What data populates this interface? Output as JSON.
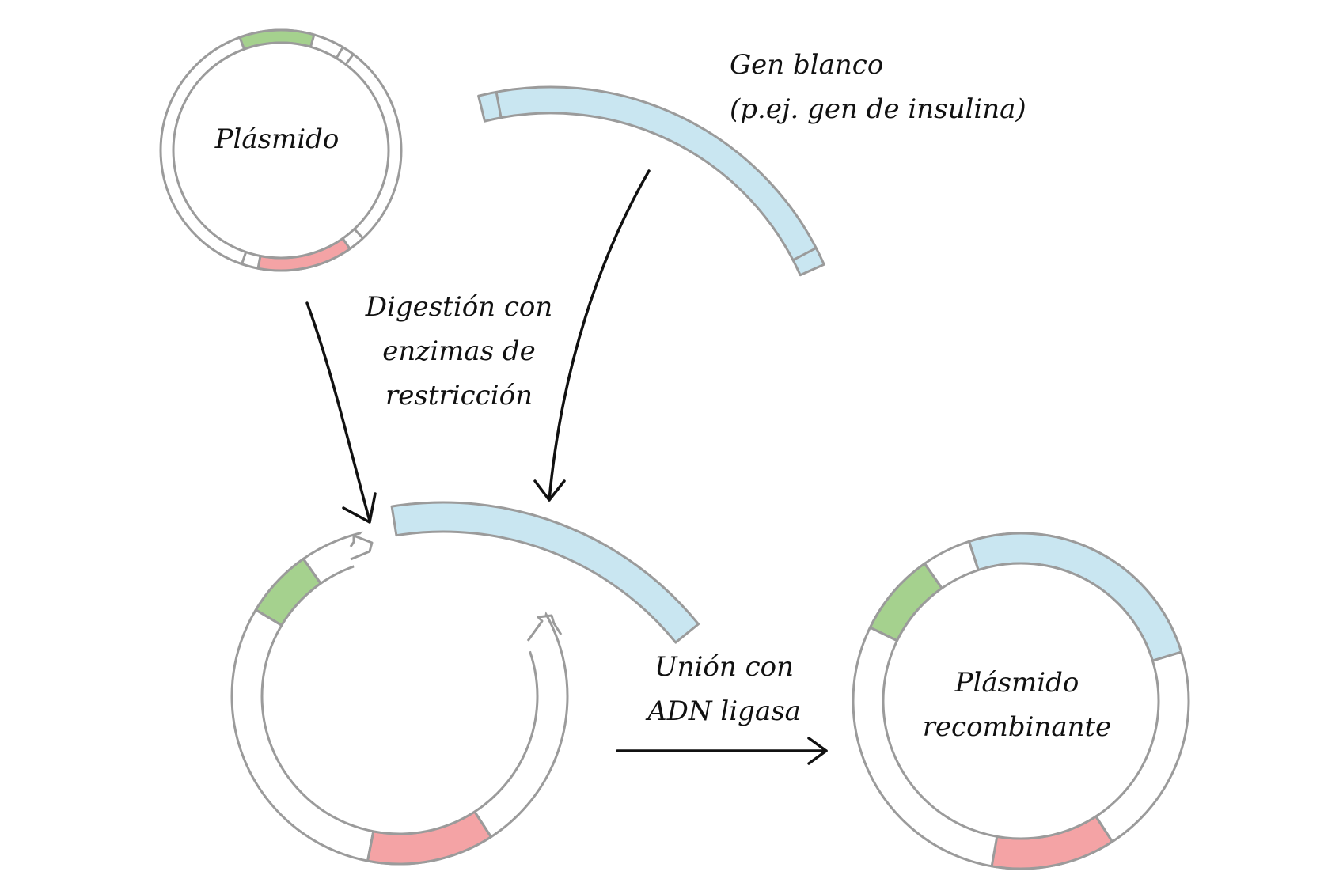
{
  "labels": {
    "plasmid": "Plásmido",
    "target_gene_line1": "Gen blanco",
    "target_gene_line2": "(p.ej. gen de insulina)",
    "digestion_line1": "Digestión con",
    "digestion_line2": "enzimas de",
    "digestion_line3": "restricción",
    "ligation_line1": "Unión con",
    "ligation_line2": "ADN ligasa",
    "recombinant_line1": "Plásmido",
    "recombinant_line2": "recombinante"
  },
  "colors": {
    "outline": "#9b9b9b",
    "backbone": "#ffffff",
    "green_segment": "#a5d18e",
    "red_segment": "#f4a3a5",
    "blue_segment": "#c9e6f1",
    "arrow": "#111111",
    "text": "#111111"
  },
  "icons": [
    "arrow-down-icon",
    "arrow-right-icon"
  ]
}
